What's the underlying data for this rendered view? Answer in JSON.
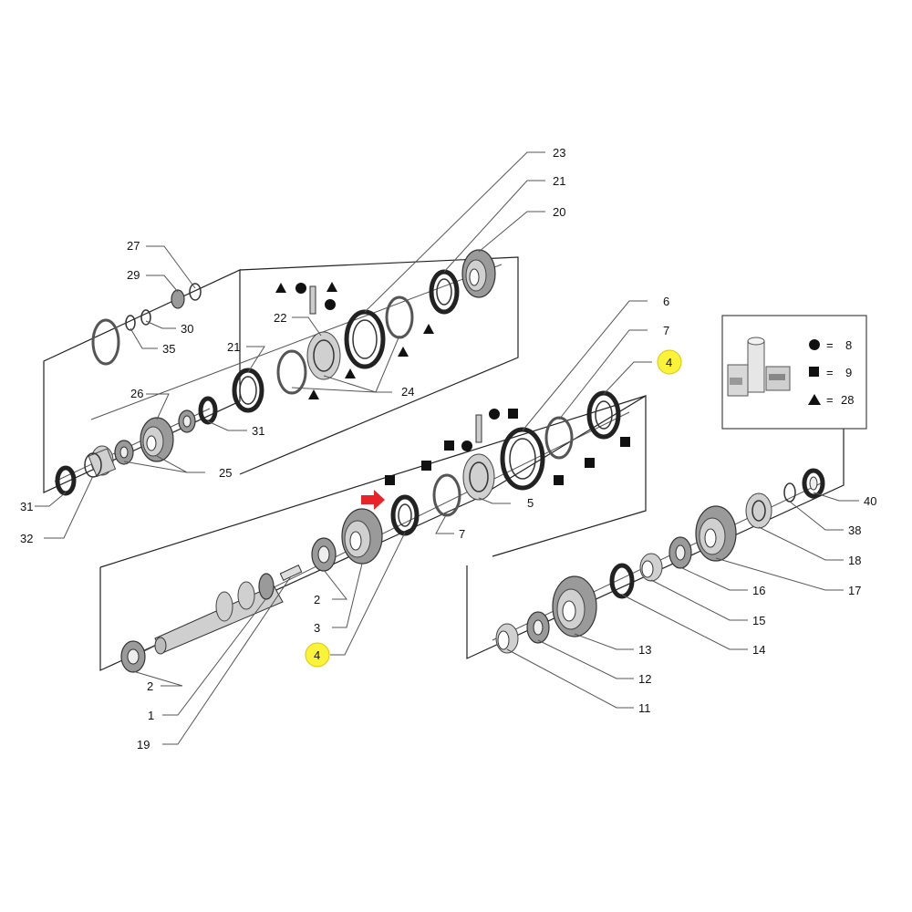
{
  "callouts": {
    "c1": "1",
    "c2a": "2",
    "c2b": "2",
    "c3": "3",
    "c4a": "4",
    "c4b": "4",
    "c5": "5",
    "c6": "6",
    "c7a": "7",
    "c7b": "7",
    "c11": "11",
    "c12": "12",
    "c13": "13",
    "c14": "14",
    "c15": "15",
    "c16": "16",
    "c17": "17",
    "c18": "18",
    "c19": "19",
    "c20": "20",
    "c21a": "21",
    "c21b": "21",
    "c22": "22",
    "c23": "23",
    "c24": "24",
    "c25": "25",
    "c26": "26",
    "c27": "27",
    "c29": "29",
    "c30": "30",
    "c31a": "31",
    "c31b": "31",
    "c32": "32",
    "c35": "35",
    "c38": "38",
    "c40": "40"
  },
  "legend": {
    "circle": "8",
    "square": "9",
    "triangle": "28",
    "equals": "="
  },
  "colors": {
    "highlight": "#fbf33a",
    "arrow": "#e8242a"
  },
  "icons": [
    "red-arrow-icon",
    "circle-symbol-icon",
    "square-symbol-icon",
    "triangle-symbol-icon",
    "sealant-products-icon"
  ]
}
